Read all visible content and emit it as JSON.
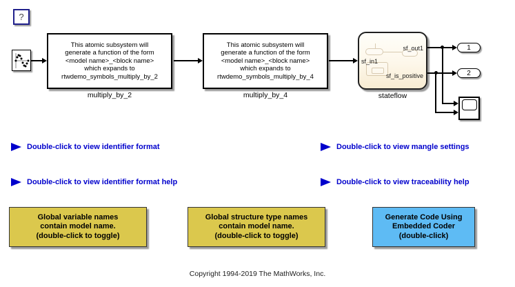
{
  "canvas": {
    "help_label": "?",
    "copyright": "Copyright 1994-2019 The MathWorks, Inc."
  },
  "blocks": {
    "subsystem1": {
      "lines": [
        "This atomic subsystem will",
        "generate a function of the form",
        "<model name>_<block name>",
        "which expands to",
        "rtwdemo_symbols_multiply_by_2"
      ],
      "label": "multiply_by_2"
    },
    "subsystem2": {
      "lines": [
        "This atomic subsystem will",
        "generate a function of the form",
        "<model name>_<block name>",
        "which expands to",
        "rtwdemo_symbols_multiply_by_4"
      ],
      "label": "multiply_by_4"
    },
    "stateflow": {
      "label": "stateflow",
      "port_in": "sf_in1",
      "port_out1": "sf_out1",
      "port_out2": "sf_is_positive"
    },
    "outport1": "1",
    "outport2": "2"
  },
  "links": {
    "identifier_format": "Double-click to view identifier format",
    "mangle_settings": "Double-click to view mangle settings",
    "identifier_format_help": "Double-click to view identifier format help",
    "traceability_help": "Double-click to view traceability help"
  },
  "buttons": {
    "toggle_variable_names": {
      "lines": [
        "Global variable names",
        "contain model name.",
        "(double-click to toggle)"
      ]
    },
    "toggle_structure_names": {
      "lines": [
        "Global structure type names",
        "contain model name.",
        "(double-click to toggle)"
      ]
    },
    "generate_code": {
      "lines": [
        "Generate Code Using",
        "Embedded Coder",
        "(double-click)"
      ]
    }
  },
  "colors": {
    "link_blue": "#0000cc",
    "button_yellow": "#dbc84d",
    "button_blue": "#5ebbf4",
    "stateflow_fill": "#f8ecd2",
    "wire_black": "#000000"
  }
}
